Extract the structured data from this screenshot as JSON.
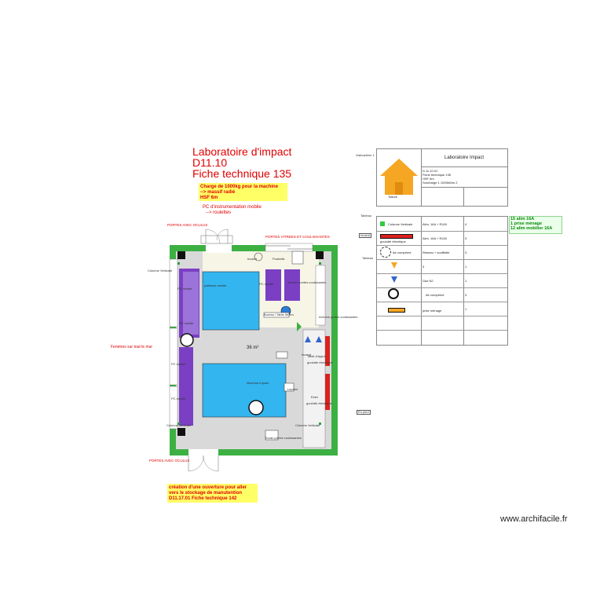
{
  "title": {
    "line1": "Laboratoire d'impact",
    "line2": "D11.10",
    "line3": "Fiche technique 135"
  },
  "notes": {
    "charge": "Charge de 1000kg pour la machine",
    "charge2": "--> massif radié",
    "hsf": "HSF 6m",
    "pc_line1": "PC d'instrumentation mobile",
    "pc_line2": "--> roulettes",
    "creation1": "création d'une ouverture pour aller",
    "creation2": "vers le stockage de manutention",
    "creation3": "D11.17.01 Fiche technique 142",
    "elec1": "15 alim 16A",
    "elec2": "1 prise ménage",
    "elec3": "12 alim mobilier 16A"
  },
  "red_labels": {
    "portes_top": "PORTES AVEC OCULUS",
    "portes_vitrees": "PORTES VITREES ET COULISSANTES",
    "fenetres": "Fenetres sur tout le mur",
    "portes_bottom": "PORTES AVEC OCULUS"
  },
  "plan_labels": {
    "area": "36 m²",
    "paillasse": "paillasse mobile",
    "machine": "Machine Impact",
    "pc_mobile_1": "PC mobile",
    "pc_mobile_2": "PC mobile",
    "pc_mobile_3": "PC mobile",
    "pc_mobile_4": "PC mobile",
    "pc_mobile_5": "PC mobile",
    "armoire_top": "Armoire portes coulissantes",
    "armoire_right": "Armoire portes coulissantes",
    "colonne_top": "Colonne Verticale",
    "colonne_bl": "Colonne Verticale",
    "colonne_br": "Colonne Verticale",
    "table_right": "Table d'appui",
    "goulotte1": "goulotte électrique",
    "goulotte2": "goulotte électrique",
    "prise_bottom": "Ecran portes coulissantes",
    "evier": "Evier",
    "lp_a": "Incand",
    "lp_b": "Incand",
    "poubelle": "Poubelle",
    "bureau": "Bureau / Table 50 cm",
    "lavabo": "Lavabo"
  },
  "legend_header": {
    "gaitcarbine": "Gaitcarbine 1",
    "title": "Laboratoire Impact",
    "info1": "D.11.10.01",
    "info2": "Fiche technique 135",
    "info3": "HSF 6m",
    "info4": "Surcharge 1 1000kN/m 2",
    "toiture": "Toiture"
  },
  "legend_side": {
    "tableau1": "Tableau",
    "incand": "Incand",
    "tableau2": "Tableau",
    "en_pied": "En pied"
  },
  "legend_rows": [
    {
      "label": "Colonne Verticale",
      "desc": "Alim. 16A + RJ45",
      "count": "4"
    },
    {
      "label": "goulotte électrique",
      "desc": "Alim. 16A + RJ45",
      "count": "3"
    },
    {
      "label": "Air comprimé",
      "desc": "Réseau + soufflette",
      "count": "3"
    },
    {
      "label": "",
      "desc": "3",
      "count": "1"
    },
    {
      "label": "",
      "desc": "Gaz N2",
      "count": "1"
    },
    {
      "label": "",
      "desc": "Air comprimé",
      "count": "3"
    },
    {
      "label": "",
      "desc": "prise ménage",
      "count": "1"
    }
  ],
  "watermark": "www.archifacile.fr",
  "colors": {
    "wall_green": "#3cb043",
    "floor_grey": "#d9d9d9",
    "floor_cream": "#f7f5e6",
    "paillasse_blue": "#33b5f0",
    "pc_purple": "#7b3fc4",
    "red_stripe": "#dd2020",
    "highlight_yellow": "#ffff66",
    "house_orange": "#f5a623"
  }
}
